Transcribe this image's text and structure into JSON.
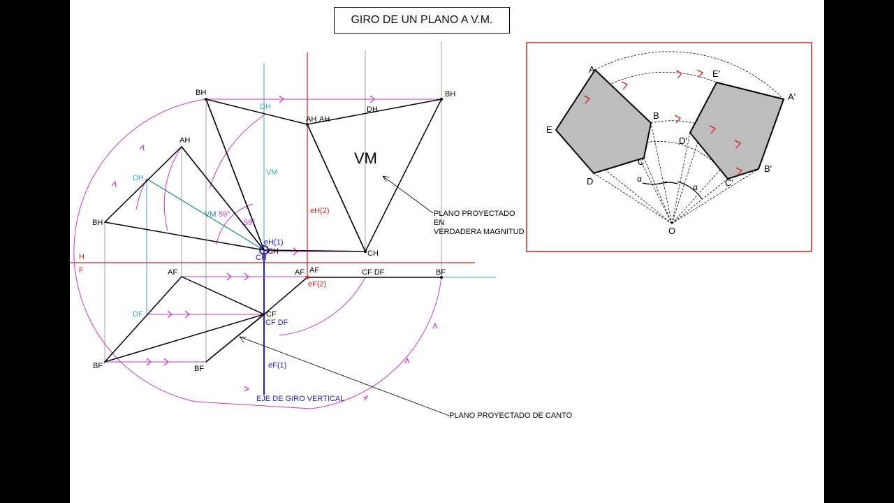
{
  "title": "GIRO DE UN PLANO A V.M.",
  "colors": {
    "black": "#000000",
    "magenta": "#cc33cc",
    "cyan": "#3aa6c8",
    "red": "#cc2222",
    "blue": "#2222bb",
    "teal": "#128a8a",
    "gray_fill": "#bdbdbd"
  },
  "labels": {
    "bh_plain": "BH",
    "bh_bar1": "BH",
    "bh_bar3": "BH",
    "dh_bar1": "DH",
    "dh_bar2": "DH",
    "ah_ah": "AH",
    "ah_bar": "AH",
    "ah_left": "AH",
    "dh_left": "DH",
    "bh_left": "BH",
    "vm_small": "VM",
    "vm_diag": "VM",
    "angle1": "59°",
    "angle2": "59°",
    "eh1": "eH(1)",
    "ch_center": "CH",
    "ch_bar_center": "CH",
    "ch_bar_right": "CH",
    "eh2": "eH(2)",
    "vm_big": "VM",
    "h": "H",
    "f": "F",
    "af_bar": "AF",
    "af_bar2": "AF",
    "ef2": "eF(2)",
    "cf_df_top": "CF DF",
    "bf_bar3": "BF",
    "af_left": "AF",
    "df_left": "DF",
    "cf_center": "CF",
    "cf_df_center": "CF DF",
    "bf_left": "BF",
    "bf_bar1": "BF",
    "ef1": "eF(1)",
    "eje": "EJE  DE GIRO VERTICAL",
    "plano_vm_1": "PLANO PROYECTADO",
    "plano_vm_2": "EN",
    "plano_vm_3": "VERDADERA MAGNITUD",
    "plano_canto": "PLANO PROYECTADO DE CANTO"
  },
  "inset": {
    "A": "A",
    "B": "B",
    "C": "C",
    "D": "D",
    "E": "E",
    "A2": "A'",
    "B2": "B'",
    "C2": "C'",
    "D2": "D'",
    "E2": "E'",
    "O": "O",
    "alpha1": "α",
    "alpha2": "α"
  }
}
